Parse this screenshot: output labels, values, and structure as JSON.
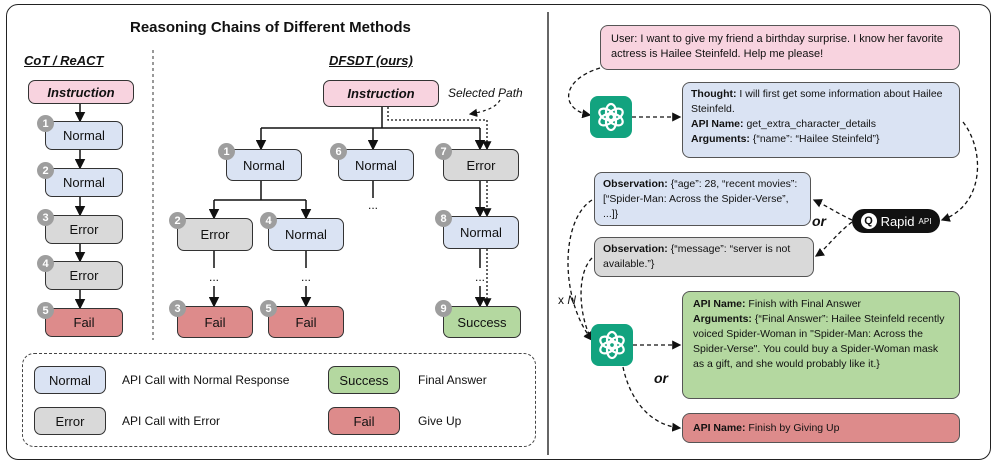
{
  "title": "Reasoning Chains of Different Methods",
  "cot": {
    "header": "CoT / ReACT",
    "instruction": "Instruction",
    "steps": [
      {
        "num": "1",
        "label": "Normal"
      },
      {
        "num": "2",
        "label": "Normal"
      },
      {
        "num": "3",
        "label": "Error"
      },
      {
        "num": "4",
        "label": "Error"
      },
      {
        "num": "5",
        "label": "Fail"
      }
    ]
  },
  "dfsdt": {
    "header": "DFSDT (ours)",
    "instruction": "Instruction",
    "selected_path": "Selected Path",
    "nodes": {
      "n1": {
        "num": "1",
        "label": "Normal"
      },
      "n2": {
        "num": "2",
        "label": "Error"
      },
      "n3": {
        "num": "3",
        "label": "Fail"
      },
      "n4": {
        "num": "4",
        "label": "Normal"
      },
      "n5": {
        "num": "5",
        "label": "Fail"
      },
      "n6": {
        "num": "6",
        "label": "Normal"
      },
      "n7": {
        "num": "7",
        "label": "Error"
      },
      "n8": {
        "num": "8",
        "label": "Normal"
      },
      "n9": {
        "num": "9",
        "label": "Success"
      }
    },
    "ellipsis": "..."
  },
  "legend": [
    {
      "chip": "Normal",
      "text": "API Call with Normal Response"
    },
    {
      "chip": "Success",
      "text": "Final Answer"
    },
    {
      "chip": "Error",
      "text": "API Call with Error"
    },
    {
      "chip": "Fail",
      "text": "Give Up"
    }
  ],
  "example": {
    "user": "User: I want to give my friend a birthday surprise. I know her favorite actress is Hailee Steinfeld. Help me please!",
    "thought_label": "Thought:",
    "thought_text": "I will first get some information about Hailee Steinfeld.",
    "api_name_label": "API Name:",
    "api_name_text": "get_extra_character_details",
    "arguments_label": "Arguments:",
    "arguments_text": "{“name”: “Hailee Steinfeld”}",
    "obs_label": "Observation:",
    "obs1_text": "{“age”: 28, “recent movies”: [“Spider-Man: Across the Spider-Verse”, ...]}",
    "obs2_text": "{“message”: “server is not available.”}",
    "or": "or",
    "xn_x": "x",
    "xn_n": "N",
    "final_api_text": " Finish with Final Answer",
    "final_args_text": "{“Final Answer”: Hailee Steinfeld recently voiced Spider-Woman in \"Spider-Man: Across the Spider-Verse\".  You could buy a Spider-Woman mask as a gift, and she would probably like it.}",
    "giveup_api_text": " Finish by Giving Up",
    "rapid_text": "Rapid",
    "rapid_suffix": "API"
  }
}
